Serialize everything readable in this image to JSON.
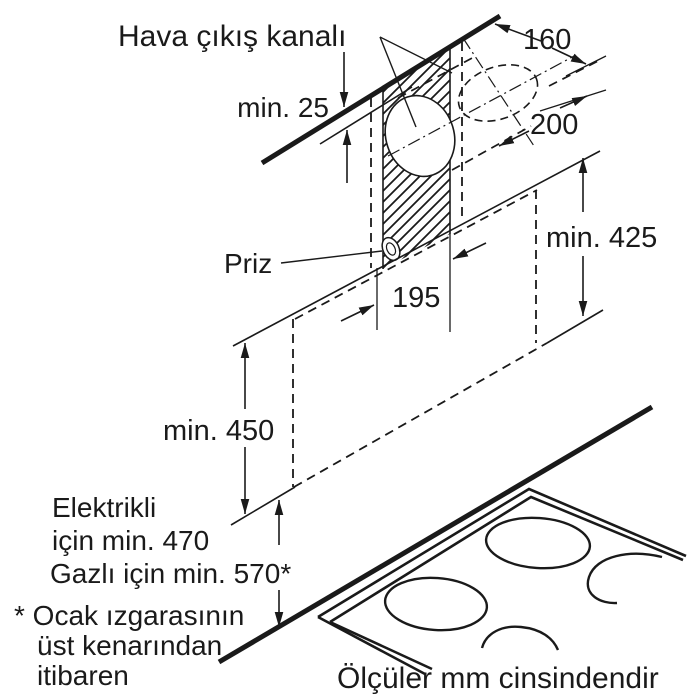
{
  "diagram": {
    "title": "Hava çıkış kanalı",
    "socket_label": "Priz",
    "footer": "Ölçüler mm cinsindendir",
    "dimensions": {
      "duct_diameter": "160",
      "duct_offset": "200",
      "ceiling_clearance": "min. 25",
      "upper_height": "min. 425",
      "cutout_width": "195",
      "wall_height": "min. 450"
    },
    "notes": {
      "electric_line1": "Elektrikli",
      "electric_line2": "için min. 470",
      "gas_line": "Gazlı için min. 570*",
      "footnote_line1": "* Ocak ızgarasının",
      "footnote_line2": "üst kenarından",
      "footnote_line3": "itibaren"
    },
    "colors": {
      "ink": "#1a1a1a",
      "background": "#ffffff"
    }
  }
}
